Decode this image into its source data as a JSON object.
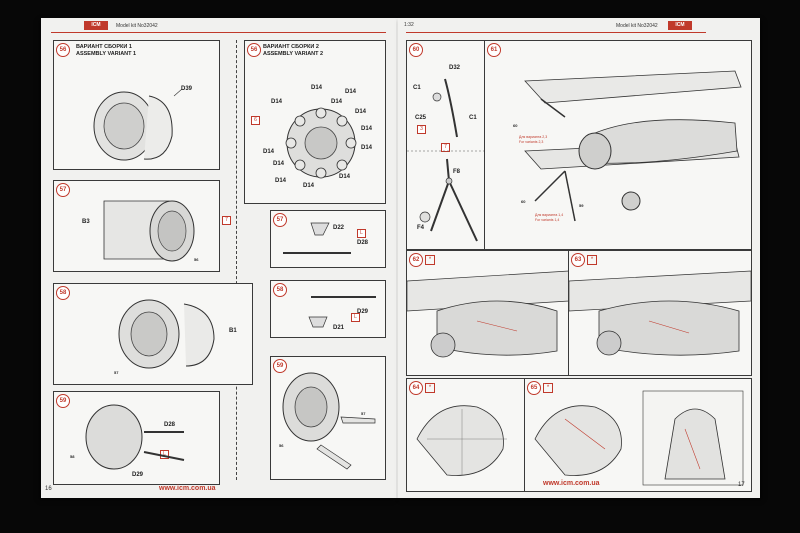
{
  "left_page": {
    "logo": "ICM",
    "header": "Model kit No32042",
    "page_number": "16",
    "footer_url": "www.icm.com.ua",
    "divider_ref": "7",
    "panels": [
      {
        "step": "56",
        "title_ru": "ВАРИАНТ СБОРКИ 1",
        "title_en": "ASSEMBLY VARIANT 1",
        "parts": [
          "D39"
        ]
      },
      {
        "step": "56",
        "title_ru": "ВАРИАНТ СБОРКИ 2",
        "title_en": "ASSEMBLY VARIANT 2",
        "ref": "6",
        "parts": [
          "D14",
          "D14",
          "D14",
          "D14",
          "D14",
          "D14",
          "D14",
          "D14",
          "D14",
          "D14",
          "D14",
          "D14"
        ]
      },
      {
        "step": "57",
        "parts": [
          "B3"
        ],
        "ref": "56"
      },
      {
        "step": "57",
        "parts": [
          "D22",
          "D28"
        ],
        "ref": "L"
      },
      {
        "step": "58",
        "parts": [
          "B1"
        ],
        "ref": "57"
      },
      {
        "step": "58",
        "parts": [
          "D29",
          "D21"
        ],
        "ref": "L"
      },
      {
        "step": "59",
        "parts": [
          "D28",
          "D29"
        ],
        "ref": "L",
        "sub_ref": "58"
      },
      {
        "step": "59",
        "sub_refs": [
          "57",
          "56",
          "58"
        ]
      }
    ]
  },
  "right_page": {
    "header_scale": "1:32",
    "header": "Model kit No32042",
    "logo": "ICM",
    "page_number": "17",
    "footer_url": "www.icm.com.ua",
    "panels": [
      {
        "step": "60",
        "parts": [
          "D32",
          "C1",
          "C1",
          "C25",
          "F8",
          "F4"
        ],
        "refs": [
          "3",
          "7"
        ]
      },
      {
        "step": "61",
        "notes": [
          "Для варианта 2,3",
          "For variants 2,3",
          "Для варианта 1,4",
          "For variants 1,4"
        ],
        "refs": [
          "60",
          "60",
          "59"
        ]
      },
      {
        "step": "62",
        "mark": "*"
      },
      {
        "step": "63",
        "mark": "*"
      },
      {
        "step": "64",
        "mark": "*"
      },
      {
        "step": "65",
        "mark": "*"
      }
    ]
  },
  "colors": {
    "accent": "#c0392b",
    "paper": "#f1f1ef",
    "background": "#070707"
  }
}
